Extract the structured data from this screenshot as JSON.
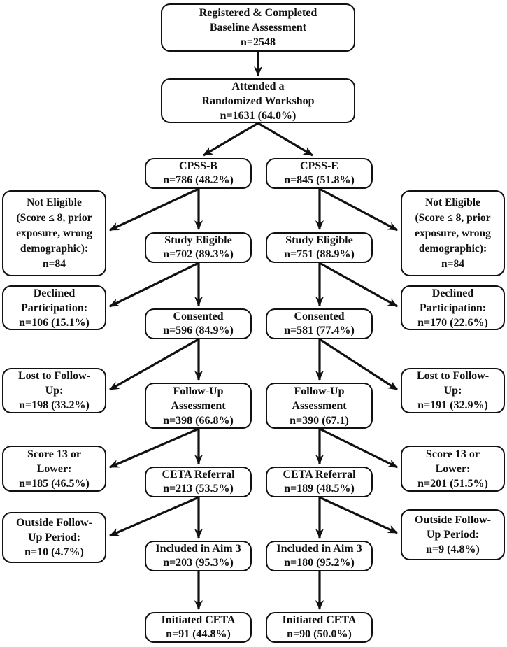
{
  "figure": {
    "type": "flow-diagram",
    "title": "Participant flow: CPSS-B and CPSS-E study arms",
    "background_color": "#ffffff",
    "box_border_color": "#111111",
    "arrow_color": "#111111"
  },
  "nodes": {
    "registered": {
      "lines": [
        "Registered & Completed",
        "Baseline Assessment",
        "n=2548"
      ]
    },
    "attended": {
      "lines": [
        "Attended a",
        "Randomized Workshop",
        "n=1631 (64.0%)"
      ]
    },
    "cpss_b": {
      "lines": [
        "CPSS-B",
        "n=786 (48.2%)"
      ]
    },
    "cpss_e": {
      "lines": [
        "CPSS-E",
        "n=845 (51.8%)"
      ]
    },
    "not_eligible_left": {
      "lines": [
        "Not Eligible",
        "(Score ≤ 8, prior",
        "exposure, wrong",
        "demographic):",
        "n=84"
      ]
    },
    "not_eligible_right": {
      "lines": [
        "Not Eligible",
        "(Score ≤ 8, prior",
        "exposure, wrong",
        "demographic):",
        "n=84"
      ]
    },
    "study_eligible_b": {
      "lines": [
        "Study Eligible",
        "n=702 (89.3%)"
      ]
    },
    "study_eligible_e": {
      "lines": [
        "Study Eligible",
        "n=751 (88.9%)"
      ]
    },
    "declined_left": {
      "lines": [
        "Declined",
        "Participation:",
        "n=106 (15.1%)"
      ]
    },
    "declined_right": {
      "lines": [
        "Declined",
        "Participation:",
        "n=170 (22.6%)"
      ]
    },
    "consented_b": {
      "lines": [
        "Consented",
        "n=596 (84.9%)"
      ]
    },
    "consented_e": {
      "lines": [
        "Consented",
        "n=581 (77.4%)"
      ]
    },
    "lost_left": {
      "lines": [
        "Lost to Follow-",
        "Up:",
        "n=198 (33.2%)"
      ]
    },
    "lost_right": {
      "lines": [
        "Lost to Follow-",
        "Up:",
        "n=191 (32.9%)"
      ]
    },
    "followup_b": {
      "lines": [
        "Follow-Up",
        "Assessment",
        "n=398 (66.8%)"
      ]
    },
    "followup_e": {
      "lines": [
        "Follow-Up",
        "Assessment",
        "n=390 (67.1)"
      ]
    },
    "score_left": {
      "lines": [
        "Score 13 or",
        "Lower:",
        "n=185 (46.5%)"
      ]
    },
    "score_right": {
      "lines": [
        "Score 13 or",
        "Lower:",
        "n=201 (51.5%)"
      ]
    },
    "ceta_b": {
      "lines": [
        "CETA Referral",
        "n=213 (53.5%)"
      ]
    },
    "ceta_e": {
      "lines": [
        "CETA Referral",
        "n=189 (48.5%)"
      ]
    },
    "outside_left": {
      "lines": [
        "Outside Follow-",
        "Up Period:",
        "n=10 (4.7%)"
      ]
    },
    "outside_right": {
      "lines": [
        "Outside Follow-",
        "Up Period:",
        "n=9 (4.8%)"
      ]
    },
    "aim3_b": {
      "lines": [
        "Included in Aim 3",
        "n=203 (95.3%)"
      ]
    },
    "aim3_e": {
      "lines": [
        "Included in Aim 3",
        "n=180 (95.2%)"
      ]
    },
    "initiated_b": {
      "lines": [
        "Initiated CETA",
        "n=91 (44.8%)"
      ]
    },
    "initiated_e": {
      "lines": [
        "Initiated CETA",
        "n=90 (50.0%)"
      ]
    }
  },
  "edges": [
    {
      "from": "registered",
      "to": "attended"
    },
    {
      "from": "attended",
      "to": "cpss_b"
    },
    {
      "from": "attended",
      "to": "cpss_e"
    },
    {
      "from": "cpss_b",
      "to": "not_eligible_left"
    },
    {
      "from": "cpss_b",
      "to": "study_eligible_b"
    },
    {
      "from": "cpss_e",
      "to": "study_eligible_e"
    },
    {
      "from": "cpss_e",
      "to": "not_eligible_right"
    },
    {
      "from": "study_eligible_b",
      "to": "declined_left"
    },
    {
      "from": "study_eligible_b",
      "to": "consented_b"
    },
    {
      "from": "study_eligible_e",
      "to": "consented_e"
    },
    {
      "from": "study_eligible_e",
      "to": "declined_right"
    },
    {
      "from": "consented_b",
      "to": "lost_left"
    },
    {
      "from": "consented_b",
      "to": "followup_b"
    },
    {
      "from": "consented_e",
      "to": "followup_e"
    },
    {
      "from": "consented_e",
      "to": "lost_right"
    },
    {
      "from": "followup_b",
      "to": "score_left"
    },
    {
      "from": "followup_b",
      "to": "ceta_b"
    },
    {
      "from": "followup_e",
      "to": "ceta_e"
    },
    {
      "from": "followup_e",
      "to": "score_right"
    },
    {
      "from": "ceta_b",
      "to": "outside_left"
    },
    {
      "from": "ceta_b",
      "to": "aim3_b"
    },
    {
      "from": "ceta_e",
      "to": "aim3_e"
    },
    {
      "from": "ceta_e",
      "to": "outside_right"
    },
    {
      "from": "aim3_b",
      "to": "initiated_b"
    },
    {
      "from": "aim3_e",
      "to": "initiated_e"
    }
  ]
}
